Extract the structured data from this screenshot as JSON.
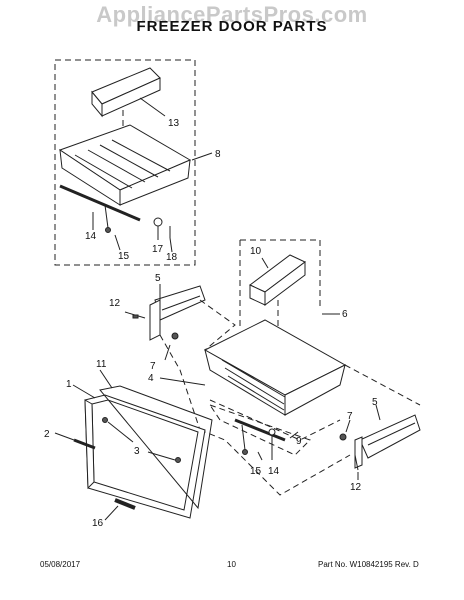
{
  "watermark": "AppliancePartsPros.com",
  "title": "FREEZER DOOR PARTS",
  "footer": {
    "date": "05/08/2017",
    "page": "10",
    "part": "Part No. W10842195  Rev. D"
  },
  "callouts": {
    "c1": "1",
    "c2": "2",
    "c3": "3",
    "c4": "4",
    "c5a": "5",
    "c5b": "5",
    "c6": "6",
    "c7a": "7",
    "c7b": "7",
    "c8": "8",
    "c9": "9",
    "c10": "10",
    "c11": "11",
    "c12a": "12",
    "c12b": "12",
    "c13": "13",
    "c14a": "14",
    "c14b": "14",
    "c15a": "15",
    "c15b": "15",
    "c16": "16",
    "c17": "17",
    "c18": "18"
  }
}
